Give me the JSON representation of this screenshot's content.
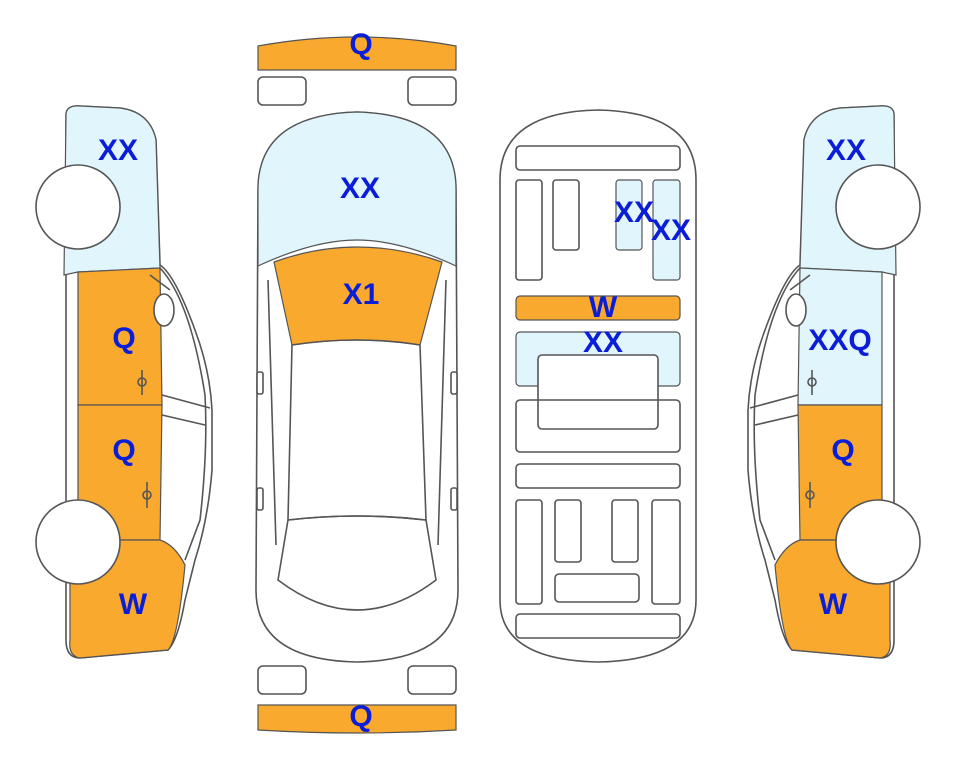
{
  "colors": {
    "orange": "#f9a92d",
    "light_blue": "#e0f5fc",
    "label": "#0a1ed8",
    "outline": "#555555"
  },
  "labels": {
    "front_bumper": "Q",
    "rear_bumper": "Q",
    "hood": "XX",
    "windshield": "X1",
    "left_fender": "XX",
    "left_front_door": "Q",
    "left_rear_door": "Q",
    "left_quarter": "W",
    "floor_a": "XX",
    "floor_b": "XX",
    "floor_crossmember": "W",
    "floor_center": "XX",
    "right_fender": "XX",
    "right_front_door": "XXQ",
    "right_rear_door": "Q",
    "right_quarter": "W"
  }
}
